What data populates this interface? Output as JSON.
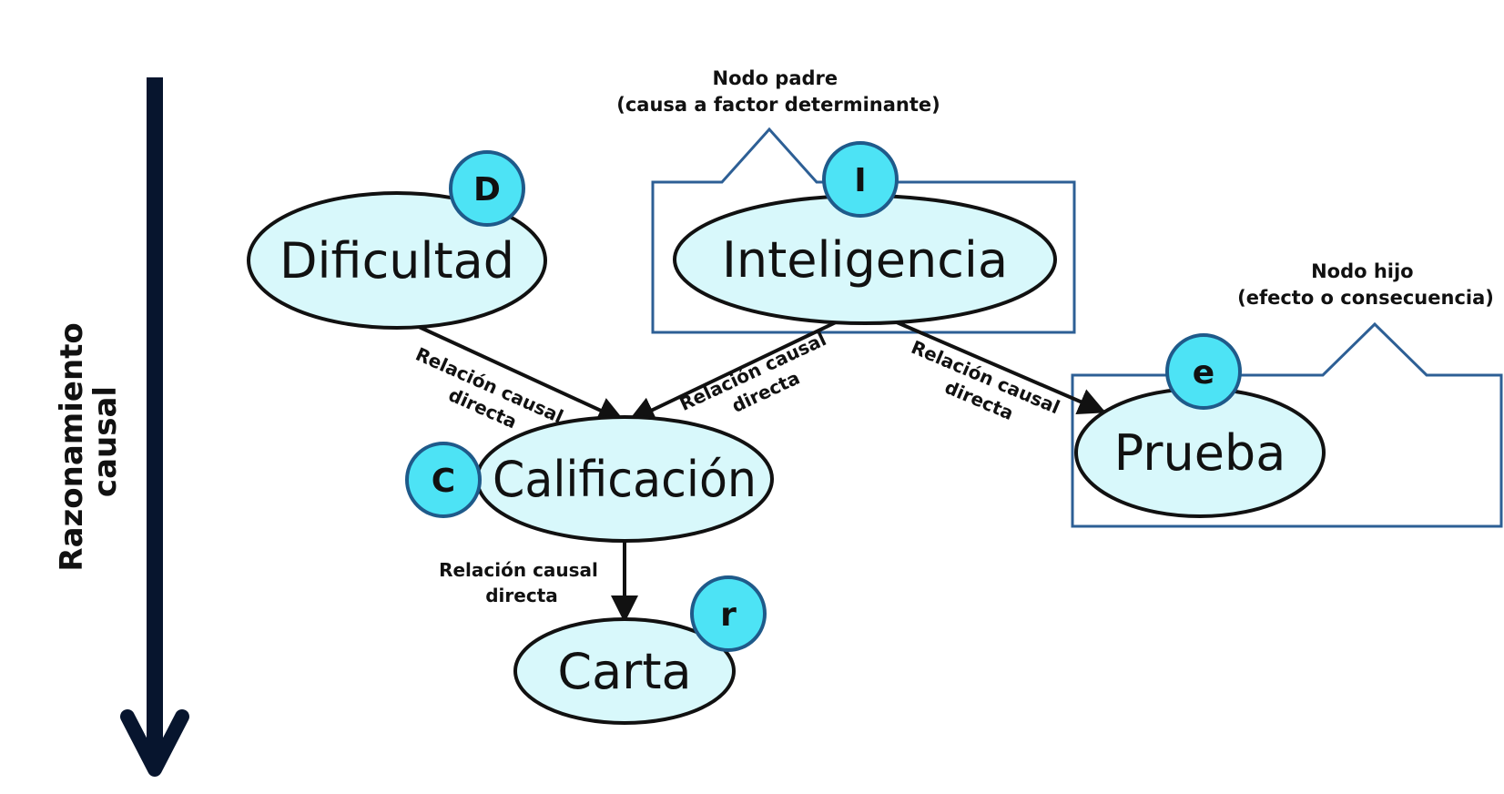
{
  "axis": {
    "label_line1": "Razonamiento",
    "label_line2": "causal"
  },
  "nodes": {
    "dificultad": {
      "label": "Dificultad",
      "badge": "D"
    },
    "inteligencia": {
      "label": "Inteligencia",
      "badge": "I"
    },
    "calificacion": {
      "label": "Calificación",
      "badge": "C"
    },
    "prueba": {
      "label": "Prueba",
      "badge": "e"
    },
    "carta": {
      "label": "Carta",
      "badge": "r"
    }
  },
  "edges": {
    "dificultad_calificacion": {
      "line1": "Relación causal",
      "line2": "directa"
    },
    "inteligencia_calificacion": {
      "line1": "Relación causal",
      "line2": "directa"
    },
    "inteligencia_prueba": {
      "line1": "Relación causal",
      "line2": "directa"
    },
    "calificacion_carta": {
      "line1": "Relación causal",
      "line2": "directa"
    }
  },
  "callouts": {
    "parent": {
      "line1": "Nodo padre",
      "line2": "(causa a factor determinante)"
    },
    "child": {
      "line1": "Nodo hijo",
      "line2": "(efecto o consecuencia)"
    }
  },
  "colors": {
    "node_fill": "#d8f8fb",
    "badge_fill": "#4de3f5",
    "badge_stroke": "#1f5a8a",
    "callout_stroke": "#2d5f95",
    "axis_arrow": "#07152e"
  }
}
